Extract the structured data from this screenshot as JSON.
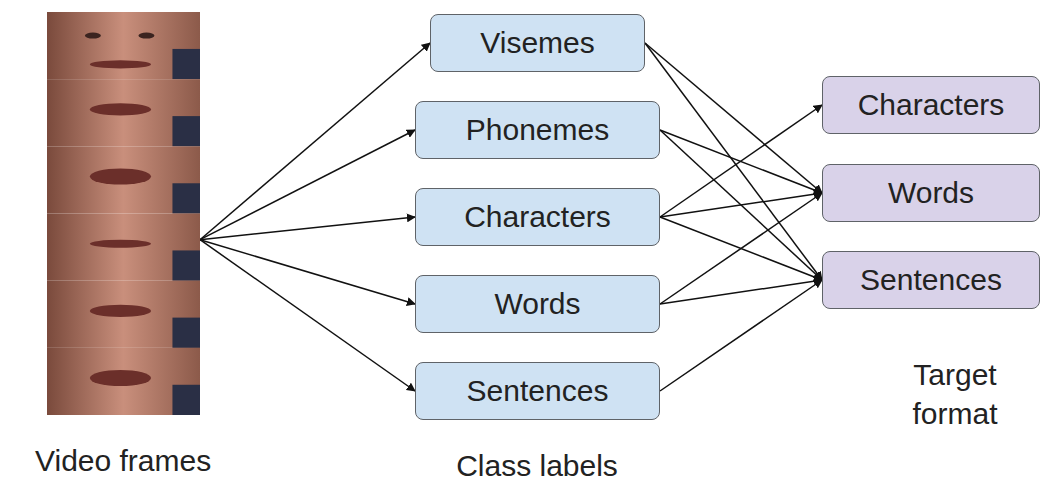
{
  "diagram": {
    "nodes": [
      {
        "text": [
          "Video frames"
        ]
      },
      {
        "text": [
          "Visemes"
        ]
      },
      {
        "text": [
          "Phonemes"
        ]
      },
      {
        "text": [
          "Characters"
        ]
      },
      {
        "text": [
          "Words"
        ]
      },
      {
        "text": [
          "Sentences"
        ]
      },
      {
        "text": [
          "Characters"
        ]
      },
      {
        "text": [
          "Words"
        ]
      },
      {
        "text": [
          "Sentences"
        ]
      }
    ],
    "edges": [
      {
        "from": 0,
        "to": 1,
        "arrow": "to"
      },
      {
        "from": 0,
        "to": 2,
        "arrow": "to"
      },
      {
        "from": 0,
        "to": 3,
        "arrow": "to"
      },
      {
        "from": 0,
        "to": 4,
        "arrow": "to"
      },
      {
        "from": 0,
        "to": 5,
        "arrow": "to"
      },
      {
        "from": 1,
        "to": 7,
        "arrow": "to"
      },
      {
        "from": 1,
        "to": 8,
        "arrow": "to"
      },
      {
        "from": 2,
        "to": 7,
        "arrow": "to"
      },
      {
        "from": 2,
        "to": 8,
        "arrow": "to"
      },
      {
        "from": 3,
        "to": 6,
        "arrow": "to"
      },
      {
        "from": 3,
        "to": 7,
        "arrow": "to"
      },
      {
        "from": 3,
        "to": 8,
        "arrow": "to"
      },
      {
        "from": 4,
        "to": 7,
        "arrow": "to"
      },
      {
        "from": 4,
        "to": 8,
        "arrow": "to"
      },
      {
        "from": 5,
        "to": 8,
        "arrow": "to"
      }
    ],
    "labels": [
      "Class labels",
      "Target format"
    ]
  }
}
